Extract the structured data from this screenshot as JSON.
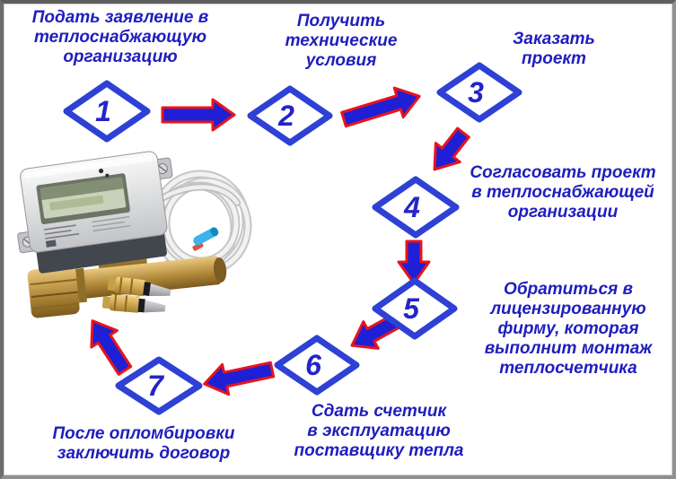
{
  "colors": {
    "background": "#ffffff",
    "frame_gray": "#6d6d6d",
    "label_text_blue": "#1e1ebe",
    "diamond_border_blue": "#2e41d4",
    "number_blue": "#2424c8",
    "arrow_fill_blue": "#1f1fd6",
    "arrow_outline_red": "#e6151c"
  },
  "steps": [
    {
      "number": "1",
      "label": "Подать заявление в\nтеплоснабжающую\nорганизацию"
    },
    {
      "number": "2",
      "label": "Получить\nтехнические\nусловия"
    },
    {
      "number": "3",
      "label": "Заказать\nпроект"
    },
    {
      "number": "4",
      "label": "Согласовать проект\nв теплоснабжающей\nорганизации"
    },
    {
      "number": "5",
      "label": "Обратиться в\nлицензированную\nфирму, которая\nвыполнит монтаж\nтеплосчетчика"
    },
    {
      "number": "6",
      "label": "Сдать счетчик\nв эксплуатацию\nпоставщику тепла"
    },
    {
      "number": "7",
      "label": "После опломбировки\nзаключить договор"
    }
  ],
  "illustration": {
    "name": "heat-meter-photo"
  }
}
